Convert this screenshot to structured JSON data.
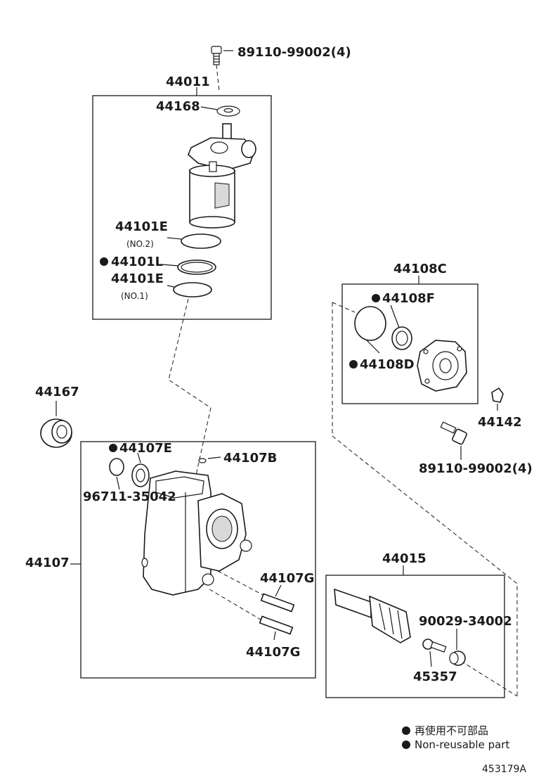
{
  "labels": {
    "bolt_top": "89110-99002(4)",
    "assy_44011": "44011",
    "p44168": "44168",
    "p44101E_no2": "44101E",
    "no2": "(NO.2)",
    "p44101L": "44101L",
    "p44101E_no1": "44101E",
    "no1": "(NO.1)",
    "p44108C": "44108C",
    "p44108F": "44108F",
    "p44108D": "44108D",
    "p44142": "44142",
    "bolt_right": "89110-99002(4)",
    "p44167": "44167",
    "p44107E": "44107E",
    "p44107B": "44107B",
    "p96711": "96711-35042",
    "p44107": "44107",
    "p44107G_a": "44107G",
    "p44107G_b": "44107G",
    "p44015": "44015",
    "p90029": "90029-34002",
    "p45357": "45357"
  },
  "legend": {
    "jp": "再使用不可部品",
    "en": "Non-reusable part"
  },
  "diagram_code": "453179A",
  "colors": {
    "ink": "#1a1a1a",
    "background": "#ffffff"
  }
}
